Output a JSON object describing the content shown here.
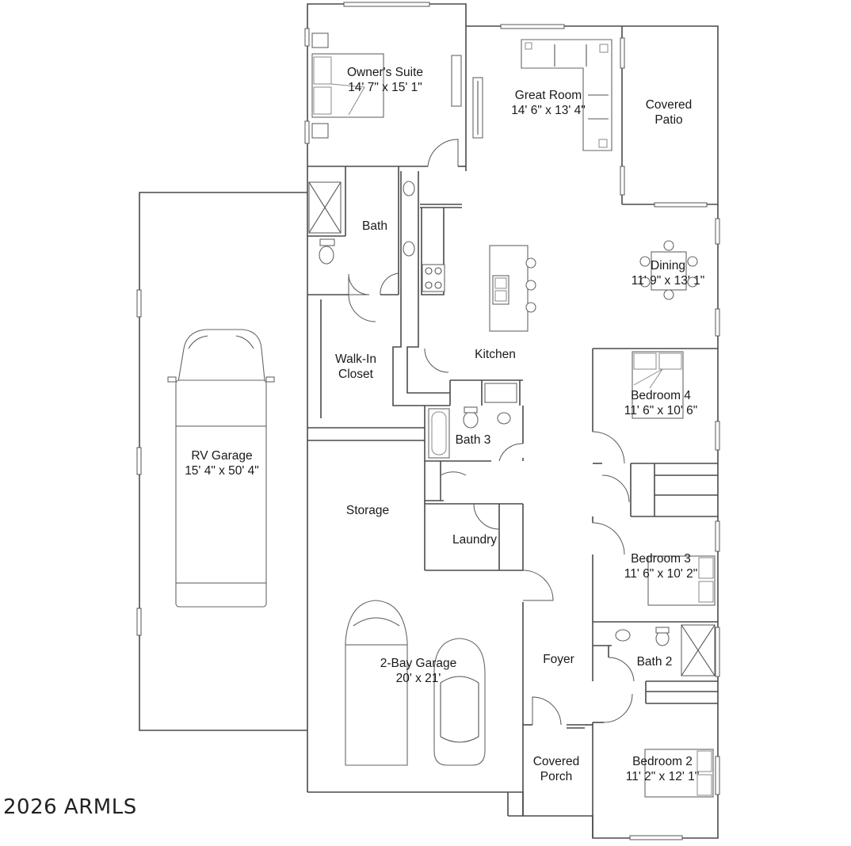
{
  "rooms": {
    "owners_suite": {
      "name": "Owner's Suite",
      "dims": "14' 7\" x 15' 1\""
    },
    "great_room": {
      "name": "Great Room",
      "dims": "14' 6\" x 13' 4\""
    },
    "covered_patio": {
      "line1": "Covered",
      "line2": "Patio"
    },
    "bath": {
      "name": "Bath"
    },
    "dining": {
      "name": "Dining",
      "dims": "11' 9\" x 13' 1\""
    },
    "walk_in_closet": {
      "line1": "Walk-In",
      "line2": "Closet"
    },
    "kitchen": {
      "name": "Kitchen"
    },
    "bedroom_4": {
      "name": "Bedroom 4",
      "dims": "11' 6\" x 10' 6\""
    },
    "bath_3": {
      "name": "Bath 3"
    },
    "rv_garage": {
      "name": "RV Garage",
      "dims": "15' 4\" x 50' 4\""
    },
    "storage": {
      "name": "Storage"
    },
    "laundry": {
      "name": "Laundry"
    },
    "bedroom_3": {
      "name": "Bedroom 3",
      "dims": "11' 6\" x 10' 2\""
    },
    "two_bay_garage": {
      "name": "2-Bay Garage",
      "dims": "20' x 21'"
    },
    "foyer": {
      "name": "Foyer"
    },
    "bath_2": {
      "name": "Bath 2"
    },
    "covered_porch": {
      "line1": "Covered",
      "line2": "Porch"
    },
    "bedroom_2": {
      "name": "Bedroom 2",
      "dims": "11' 2\" x 12' 1\""
    }
  },
  "copyright": "2026 ARMLS"
}
